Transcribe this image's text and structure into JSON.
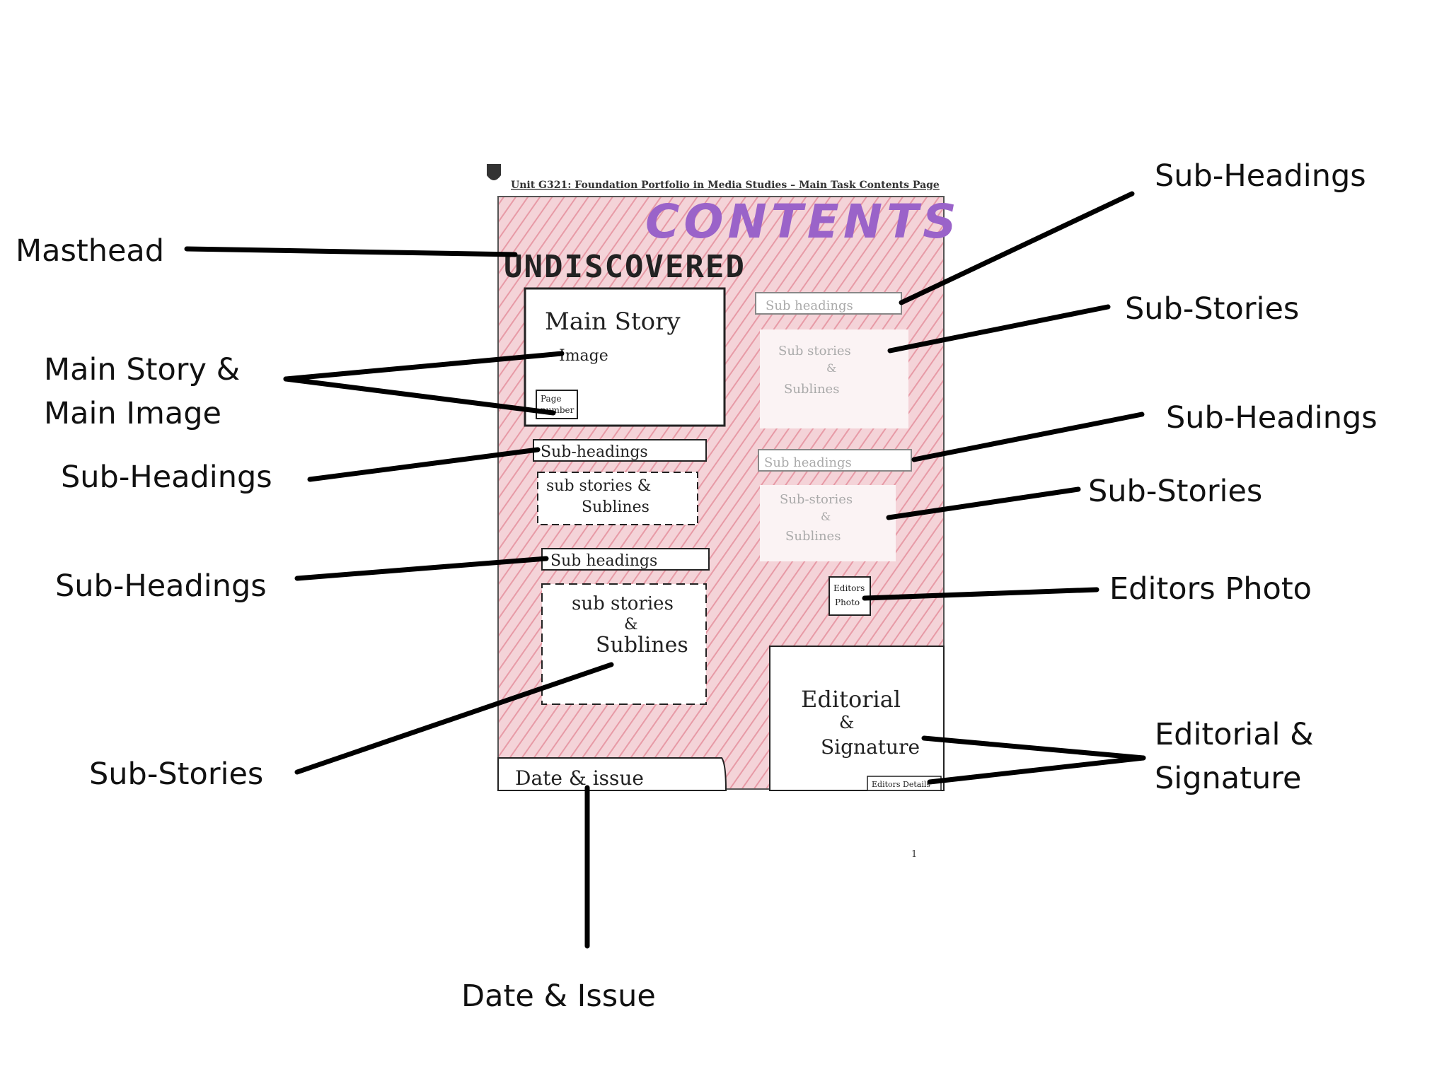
{
  "page_header": "Unit G321: Foundation Portfolio in Media Studies – Main Task Contents Page",
  "page_number": "1",
  "sketch": {
    "contents_title": "CONTENTS",
    "masthead_text": "UNDISCOVERED",
    "main_story_title": "Main Story",
    "main_story_image": "Image",
    "page_number_box": [
      "Page",
      "number"
    ],
    "left_subheading_1": "Sub-headings",
    "left_substories_1": [
      "sub stories &",
      "Sublines"
    ],
    "left_subheading_2": "Sub headings",
    "left_substories_2": [
      "sub stories",
      "&",
      "Sublines"
    ],
    "right_subheading_1": "Sub headings",
    "right_substories_1": [
      "Sub stories",
      "&",
      "Sublines"
    ],
    "right_subheading_2": "Sub headings",
    "right_substories_2": [
      "Sub-stories",
      "&",
      "Sublines"
    ],
    "editors_photo": [
      "Editors",
      "Photo"
    ],
    "editorial": [
      "Editorial",
      "&",
      "Signature"
    ],
    "editors_details": "Editors Details",
    "date_issue": "Date & issue"
  },
  "labels": {
    "masthead": "Masthead",
    "main_story_1": "Main Story &",
    "main_story_2": "Main Image",
    "sub_headings_left_1": "Sub-Headings",
    "sub_headings_left_2": "Sub-Headings",
    "sub_stories_left": "Sub-Stories",
    "date_issue": "Date & Issue",
    "sub_headings_right_1": "Sub-Headings",
    "sub_stories_right_1": "Sub-Stories",
    "sub_headings_right_2": "Sub-Headings",
    "sub_stories_right_2": "Sub-Stories",
    "editors_photo": "Editors Photo",
    "editorial_1": "Editorial &",
    "editorial_2": "Signature"
  },
  "colors": {
    "background_pink": "#f1c9cf",
    "contents_purple": "#9a63c9",
    "line": "#000000"
  }
}
